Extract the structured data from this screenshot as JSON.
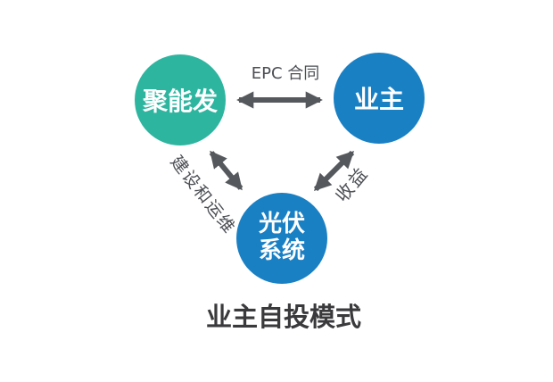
{
  "diagram": {
    "title": "业主自投模式",
    "nodes": {
      "contractor": {
        "label": "聚能发",
        "color": "#2eb5a0"
      },
      "owner": {
        "label": "业主",
        "color": "#1a80c4"
      },
      "pv_system": {
        "label_line1": "光伏",
        "label_line2": "系统",
        "color": "#1a80c4"
      }
    },
    "edges": {
      "epc": {
        "label": "EPC 合同",
        "from": "contractor",
        "to": "owner",
        "style": "double-arrow"
      },
      "construction": {
        "label": "建设和运维",
        "from": "contractor",
        "to": "pv_system",
        "style": "double-arrow"
      },
      "revenue": {
        "label": "收益",
        "from": "owner",
        "to": "pv_system",
        "style": "double-arrow"
      }
    },
    "colors": {
      "arrow": "#55585c",
      "edge_label_text": "#4b4e53",
      "title_text": "#3a3a3c",
      "node_text": "#ffffff",
      "background": "#ffffff"
    }
  }
}
